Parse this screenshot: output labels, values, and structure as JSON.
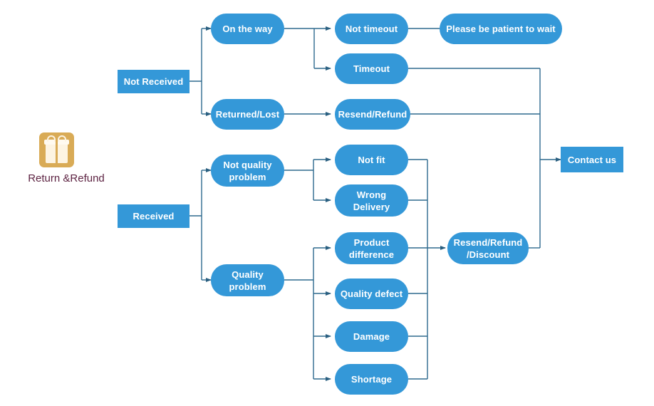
{
  "diagram": {
    "title": "Return &Refund",
    "background": "#ffffff",
    "node_color": "#3498d8",
    "node_text_color": "#ffffff",
    "edge_color": "#2e6a8e",
    "root_label_color": "#5d2342",
    "icon_color": "#d9ab56",
    "icon_name": "gift-icon"
  },
  "nodes": {
    "root": {
      "label": "Return &Refund"
    },
    "not_received": {
      "label": "Not Received",
      "shape": "rect"
    },
    "received": {
      "label": "Received",
      "shape": "rect"
    },
    "on_the_way": {
      "label": "On the way",
      "shape": "rounded"
    },
    "returned_lost": {
      "label": "Returned/Lost",
      "shape": "rounded"
    },
    "not_timeout": {
      "label": "Not timeout",
      "shape": "rounded"
    },
    "timeout": {
      "label": "Timeout",
      "shape": "rounded"
    },
    "please_wait": {
      "label": "Please be patient to wait",
      "shape": "rounded"
    },
    "resend_refund": {
      "label": "Resend/Refund",
      "shape": "rounded"
    },
    "not_quality_problem": {
      "label": "Not quality\nproblem",
      "shape": "rounded"
    },
    "quality_problem": {
      "label": "Quality\nproblem",
      "shape": "rounded"
    },
    "not_fit": {
      "label": "Not fit",
      "shape": "rounded"
    },
    "wrong_delivery": {
      "label": "Wrong\nDelivery",
      "shape": "rounded"
    },
    "product_difference": {
      "label": "Product\ndifference",
      "shape": "rounded"
    },
    "quality_defect": {
      "label": "Quality defect",
      "shape": "rounded"
    },
    "damage": {
      "label": "Damage",
      "shape": "rounded"
    },
    "shortage": {
      "label": "Shortage",
      "shape": "rounded"
    },
    "resend_refund_discount": {
      "label": "Resend/Refund\n/Discount",
      "shape": "rounded"
    },
    "contact_us": {
      "label": "Contact us",
      "shape": "rect"
    }
  },
  "edges": [
    {
      "from": "not_received",
      "to": "on_the_way"
    },
    {
      "from": "not_received",
      "to": "returned_lost"
    },
    {
      "from": "on_the_way",
      "to": "not_timeout"
    },
    {
      "from": "on_the_way",
      "to": "timeout"
    },
    {
      "from": "not_timeout",
      "to": "please_wait"
    },
    {
      "from": "returned_lost",
      "to": "resend_refund"
    },
    {
      "from": "timeout",
      "to": "contact_us"
    },
    {
      "from": "resend_refund",
      "to": "contact_us"
    },
    {
      "from": "received",
      "to": "not_quality_problem"
    },
    {
      "from": "received",
      "to": "quality_problem"
    },
    {
      "from": "not_quality_problem",
      "to": "not_fit"
    },
    {
      "from": "not_quality_problem",
      "to": "wrong_delivery"
    },
    {
      "from": "quality_problem",
      "to": "product_difference"
    },
    {
      "from": "quality_problem",
      "to": "quality_defect"
    },
    {
      "from": "quality_problem",
      "to": "damage"
    },
    {
      "from": "quality_problem",
      "to": "shortage"
    },
    {
      "from": "not_fit",
      "to": "resend_refund_discount"
    },
    {
      "from": "wrong_delivery",
      "to": "resend_refund_discount"
    },
    {
      "from": "product_difference",
      "to": "resend_refund_discount"
    },
    {
      "from": "quality_defect",
      "to": "resend_refund_discount"
    },
    {
      "from": "damage",
      "to": "resend_refund_discount"
    },
    {
      "from": "shortage",
      "to": "resend_refund_discount"
    },
    {
      "from": "resend_refund_discount",
      "to": "contact_us"
    }
  ]
}
